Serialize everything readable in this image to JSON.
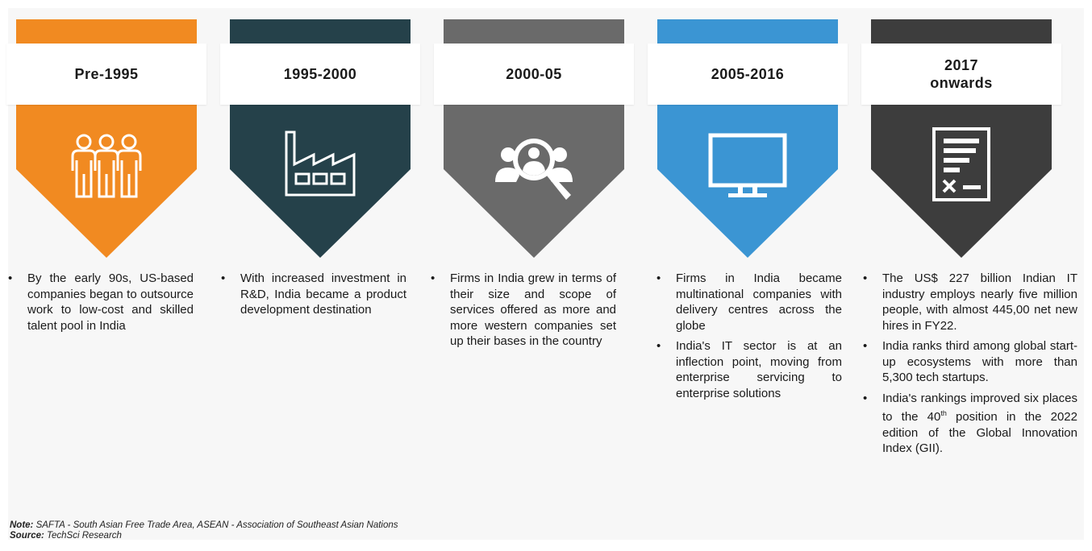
{
  "stages": [
    {
      "period": "Pre-1995",
      "color": "#f18a21",
      "icon": "people-group-icon",
      "bullets": [
        "By the early 90s, US-based companies began to outsource work to low-cost and skilled talent pool in India"
      ]
    },
    {
      "period": "1995-2000",
      "color": "#25414a",
      "icon": "factory-icon",
      "bullets": [
        "With increased investment in R&D, India became a product development destination"
      ]
    },
    {
      "period": "2000-05",
      "color": "#6a6a6a",
      "icon": "search-people-icon",
      "bullets": [
        "Firms in India grew in terms of their size and scope of services offered as more and more western companies set up their bases in the country"
      ]
    },
    {
      "period": "2005-2016",
      "color": "#3b95d3",
      "icon": "monitor-icon",
      "bullets": [
        "Firms in India became multinational companies with delivery centres across the globe",
        "India's IT sector is at an inflection point, moving from enterprise servicing to enterprise solutions"
      ]
    },
    {
      "period_line1": "2017",
      "period_line2": "onwards",
      "color": "#3d3d3d",
      "icon": "document-icon",
      "bullets": [
        "The US$ 227 billion Indian IT industry employs nearly five million people, with almost 445,00 net new hires in FY22.",
        "India ranks third among global start-up ecosystems with more than 5,300 tech startups."
      ],
      "bullet3": {
        "before": "India's rankings improved six places to the 40",
        "sup": "th",
        "after": " position in the 2022 edition of the Global Innovation Index (GII)."
      }
    }
  ],
  "footnote": {
    "note_label": "Note:",
    "note_text": " SAFTA - South Asian Free Trade Area, ASEAN - Association of Southeast Asian Nations",
    "source_label": "Source:",
    "source_text": " TechSci Research"
  }
}
